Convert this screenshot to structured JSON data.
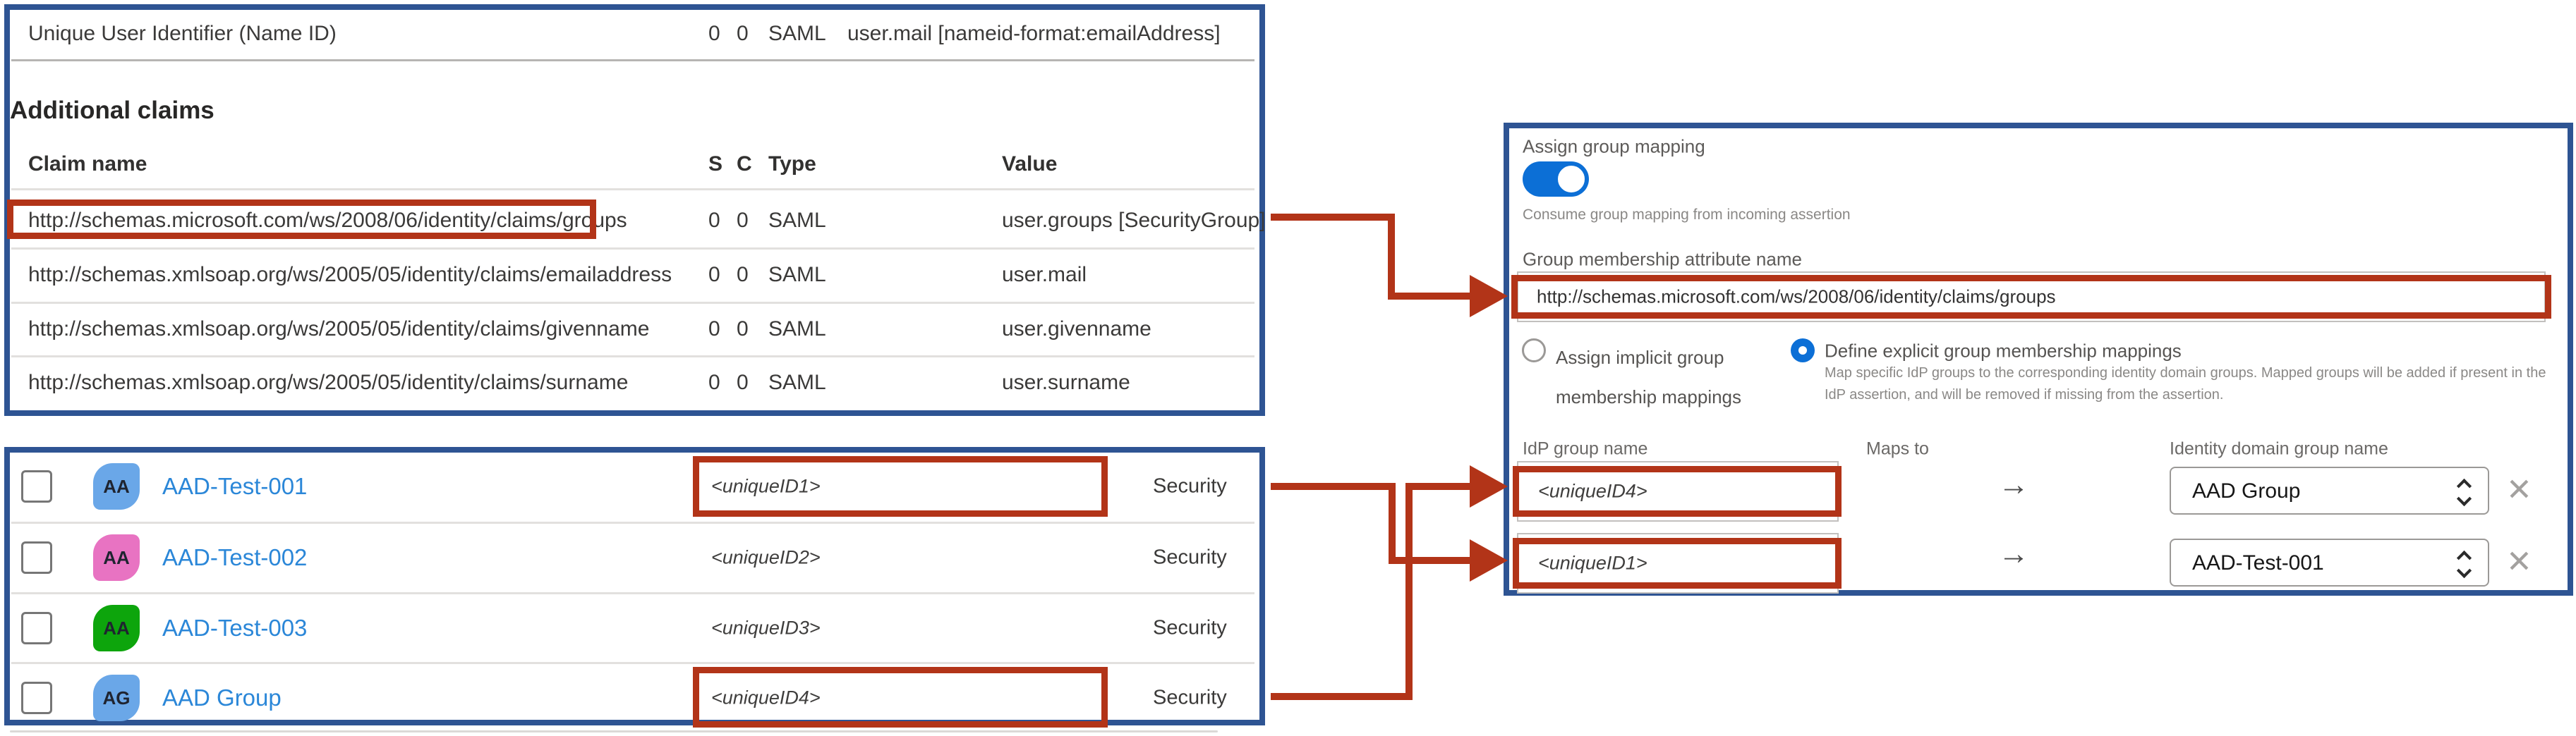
{
  "colors": {
    "panel_border": "#2e5493",
    "annotation_red": "#b23418",
    "link_blue": "#2b87d8",
    "control_blue": "#0c6fd6"
  },
  "claims_table": {
    "name_id_row": {
      "claim": "Unique User Identifier (Name ID)",
      "s": "0",
      "c": "0",
      "type": "SAML",
      "value": "user.mail [nameid-format:emailAddress]"
    },
    "section_title": "Additional claims",
    "headers": {
      "claim": "Claim name",
      "s": "S",
      "c": "C",
      "type": "Type",
      "value": "Value"
    },
    "rows": [
      {
        "claim": "http://schemas.microsoft.com/ws/2008/06/identity/claims/groups",
        "s": "0",
        "c": "0",
        "type": "SAML",
        "value": "user.groups [SecurityGroup]"
      },
      {
        "claim": "http://schemas.xmlsoap.org/ws/2005/05/identity/claims/emailaddress",
        "s": "0",
        "c": "0",
        "type": "SAML",
        "value": "user.mail"
      },
      {
        "claim": "http://schemas.xmlsoap.org/ws/2005/05/identity/claims/givenname",
        "s": "0",
        "c": "0",
        "type": "SAML",
        "value": "user.givenname"
      },
      {
        "claim": "http://schemas.xmlsoap.org/ws/2005/05/identity/claims/surname",
        "s": "0",
        "c": "0",
        "type": "SAML",
        "value": "user.surname"
      }
    ]
  },
  "groups_list": {
    "rows": [
      {
        "initials": "AA",
        "name": "AAD-Test-001",
        "object_id": "<uniqueID1>",
        "group_type": "Security",
        "avatar_color": "#6aa7e8"
      },
      {
        "initials": "AA",
        "name": "AAD-Test-002",
        "object_id": "<uniqueID2>",
        "group_type": "Security",
        "avatar_color": "#e873c2"
      },
      {
        "initials": "AA",
        "name": "AAD-Test-003",
        "object_id": "<uniqueID3>",
        "group_type": "Security",
        "avatar_color": "#0da50c"
      },
      {
        "initials": "AG",
        "name": "AAD Group",
        "object_id": "<uniqueID4>",
        "group_type": "Security",
        "avatar_color": "#6aa7e8"
      }
    ]
  },
  "mapping_panel": {
    "toggle_label": "Assign group mapping",
    "toggle_hint": "Consume group mapping from incoming assertion",
    "attribute_label": "Group membership attribute name",
    "attribute_value": "http://schemas.microsoft.com/ws/2008/06/identity/claims/groups",
    "radio_implicit_label": "Assign implicit group membership mappings",
    "radio_explicit_label": "Define explicit group membership mappings",
    "radio_explicit_description": "Map specific IdP groups to the corresponding identity domain groups. Mapped groups will be added if present in the IdP assertion, and will be removed if missing from the assertion.",
    "columns": {
      "idp": "IdP group name",
      "maps_to": "Maps to",
      "domain": "Identity domain group name"
    },
    "mappings": [
      {
        "idp_group": "<uniqueID4>",
        "domain_group": "AAD Group"
      },
      {
        "idp_group": "<uniqueID1>",
        "domain_group": "AAD-Test-001"
      }
    ]
  }
}
